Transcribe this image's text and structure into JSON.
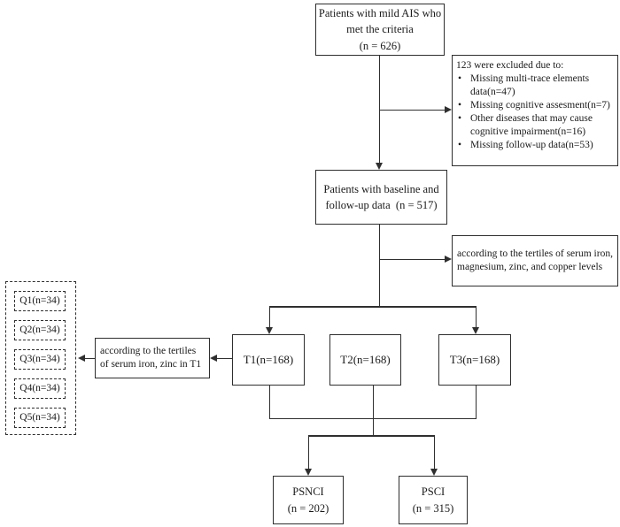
{
  "diagram": {
    "boxes": {
      "top": {
        "lines": [
          "Patients with mild AIS who",
          "met the criteria",
          "(n = 626)"
        ]
      },
      "excluded": {
        "title": "123 were excluded due to:",
        "bullet_glyph": "•",
        "bullets": [
          "Missing multi-trace elements data(n=47)",
          "Missing cognitive assesment(n=7)",
          "Other diseases that may cause cognitive impairment(n=16)",
          "Missing follow-up data(n=53)"
        ]
      },
      "baseline": {
        "lines": [
          "Patients with baseline and",
          "follow-up data  (n = 517)"
        ]
      },
      "tertiles_right": {
        "lines": [
          "according to the tertiles of serum iron,",
          "magnesium, zinc, and copper levels"
        ]
      },
      "t1": "T1(n=168)",
      "t2": "T2(n=168)",
      "t3": "T3(n=168)",
      "tertiles_left": {
        "lines": [
          "according to the tertiles",
          "of serum iron, zinc in T1"
        ]
      },
      "quintiles": [
        "Q1(n=34)",
        "Q2(n=34)",
        "Q3(n=34)",
        "Q4(n=34)",
        "Q5(n=34)"
      ],
      "psnci": {
        "lines": [
          "PSNCI",
          "(n = 202)"
        ]
      },
      "psci": {
        "lines": [
          "PSCI",
          "(n = 315)"
        ]
      }
    },
    "colors": {
      "line": "#2f2f2f",
      "border": "#2e2e2e",
      "text": "#1a1a1a",
      "background": "#ffffff"
    }
  }
}
